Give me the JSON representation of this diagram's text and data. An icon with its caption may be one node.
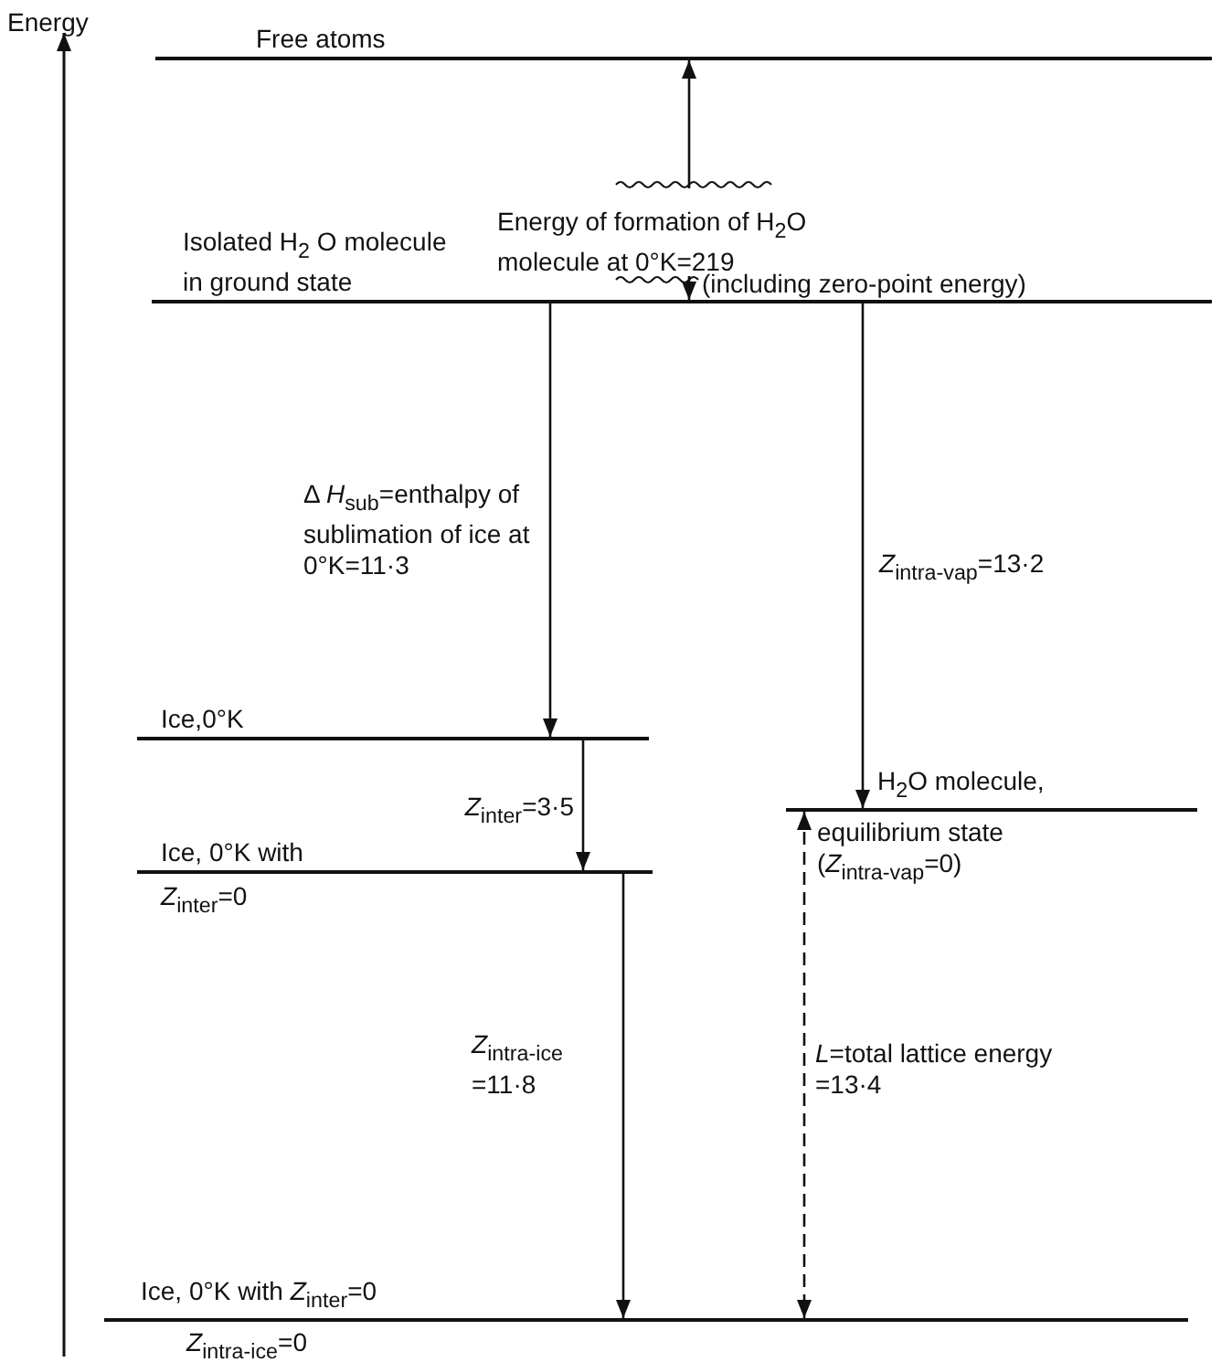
{
  "diagram": {
    "nodes": [
      {
        "text": [
          "Free atoms"
        ]
      },
      {
        "text": [
          "Isolated H$_{2}$ O molecule in ground state"
        ]
      },
      {
        "text": [
          "Ice,0°K"
        ]
      },
      {
        "text": [
          "H$_{2}$O molecule,",
          "equilibrium state (*Z*$_{intra-vap}$=0)"
        ]
      },
      {
        "text": [
          "Ice, 0°K with",
          "*Z*$_{inter}$=0"
        ]
      },
      {
        "text": [
          "Ice, 0°K with *Z*$_{inter}$=0",
          "*Z*$_{intra-ice}$=0"
        ]
      }
    ],
    "edges": [
      {
        "from": 0,
        "to": 1,
        "arrow": "both",
        "label": "Energy of formation of H$_{2}$O molecule at 0°K=219"
      },
      {
        "from": 1,
        "to": 2,
        "arrow": "to",
        "label": "Δ *H*$_{sub}$=enthalpy of sublimation of ice at 0°K=11·3"
      },
      {
        "from": 1,
        "to": 3,
        "arrow": "to",
        "label": "*Z*$_{intra-vap}$=13·2"
      },
      {
        "from": 2,
        "to": 4,
        "arrow": "to",
        "label": "*Z*$_{inter}$=3·5"
      },
      {
        "from": 4,
        "to": 5,
        "arrow": "to",
        "label": "*Z*$_{intra-ice}$ =11·8"
      },
      {
        "from": 3,
        "to": 5,
        "arrow": "both",
        "style": "dashed",
        "label": "*L*=total lattice energy =13·4"
      }
    ],
    "labels": [
      "Energy",
      "(including zero-point energy)"
    ]
  }
}
